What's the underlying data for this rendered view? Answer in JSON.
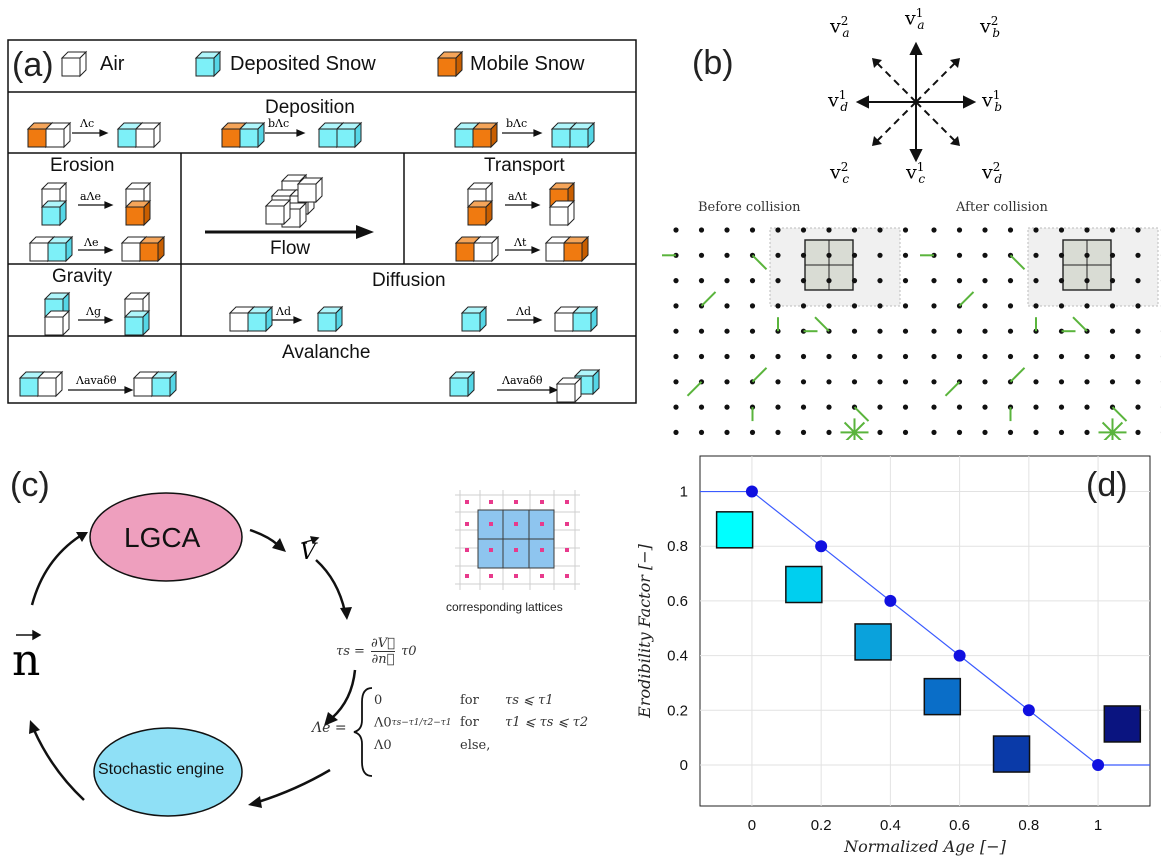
{
  "panels": {
    "a": "(a)",
    "b": "(b)",
    "c": "(c)",
    "d": "(d)"
  },
  "panel_a": {
    "legend": {
      "air": "Air",
      "deposited": "Deposited Snow",
      "mobile": "Mobile Snow"
    },
    "deposition": {
      "title": "Deposition",
      "rate1": "Λc",
      "rate2": "bΛc",
      "rate3": "bΛc"
    },
    "erosion": {
      "title": "Erosion",
      "rate1": "aΛe",
      "rate2": "Λe"
    },
    "flow": "Flow",
    "transport": {
      "title": "Transport",
      "rate1": "aΛt",
      "rate2": "Λt"
    },
    "gravity": {
      "title": "Gravity",
      "rate": "Λg"
    },
    "diffusion": {
      "title": "Diffusion",
      "rate1": "Λd",
      "rate2": "Λd"
    },
    "avalanche": {
      "title": "Avalanche",
      "rate1": "Λavaδθ",
      "rate2": "Λavaδθ"
    }
  },
  "panel_b": {
    "vectors": {
      "va2": "v",
      "va1": "v",
      "vb2": "v",
      "vd1": "v",
      "vb1": "v",
      "vc2": "v",
      "vc1": "v",
      "vd2": "v"
    },
    "before": "Before collision",
    "after": "After collision"
  },
  "panel_c": {
    "lgca": "LGCA",
    "engine": "Stochastic engine",
    "lattice_caption": "corresponding lattices",
    "v_vec": "V",
    "n_vec": "n",
    "tau": "τs =",
    "tau_tail": "τ0",
    "lambda_lhs": "Λe =",
    "cases": [
      {
        "val": "0",
        "cond_word": "for",
        "cond": "τs ⩽ τ1"
      },
      {
        "val": "Λ0",
        "cond_word": "for",
        "cond": "τ1 ⩽ τs ⩽ τ2"
      },
      {
        "val": "Λ0",
        "cond_word": "else,",
        "cond": ""
      }
    ]
  },
  "colors": {
    "cyan": "#7df0f8",
    "orange": "#f07a10",
    "pink": "#ee9fbe",
    "blue_ellipse": "#8fe0f6",
    "lattice_fill": "#8ec5ef",
    "line_blue": "#3b5bff",
    "dot_blue": "#1010e0",
    "green": "#5ab43c"
  },
  "chart_data": {
    "type": "scatter",
    "xlabel": "Normalized Age  [−]",
    "ylabel": "Erodibility Factor  [−]",
    "xlim": [
      -0.15,
      1.15
    ],
    "ylim": [
      -0.15,
      1.13
    ],
    "xticks": [
      0,
      0.2,
      0.4,
      0.6,
      0.8,
      1
    ],
    "xtick_labels": [
      "0",
      "0.2",
      "0.4",
      "0.6",
      "0.8",
      "1"
    ],
    "yticks": [
      0,
      0.2,
      0.4,
      0.6,
      0.8,
      1
    ],
    "ytick_labels": [
      "0",
      "0.2",
      "0.4",
      "0.6",
      "0.8",
      "1"
    ],
    "grid": true,
    "series": [
      {
        "kind": "line",
        "x": [
          -0.15,
          0,
          1,
          1.15
        ],
        "y": [
          1,
          1,
          0,
          0
        ]
      },
      {
        "kind": "points",
        "x": [
          0,
          0.2,
          0.4,
          0.6,
          0.8,
          1
        ],
        "y": [
          1,
          0.8,
          0.6,
          0.4,
          0.2,
          0
        ]
      },
      {
        "kind": "squares",
        "x": [
          -0.05,
          0.15,
          0.35,
          0.55,
          0.75,
          1.07
        ],
        "y": [
          0.86,
          0.66,
          0.45,
          0.25,
          0.04,
          0.15
        ],
        "colors": [
          "#00ffff",
          "#00cfef",
          "#0aa2dc",
          "#0a6ec8",
          "#0a3aa8",
          "#0a1480"
        ]
      }
    ]
  }
}
